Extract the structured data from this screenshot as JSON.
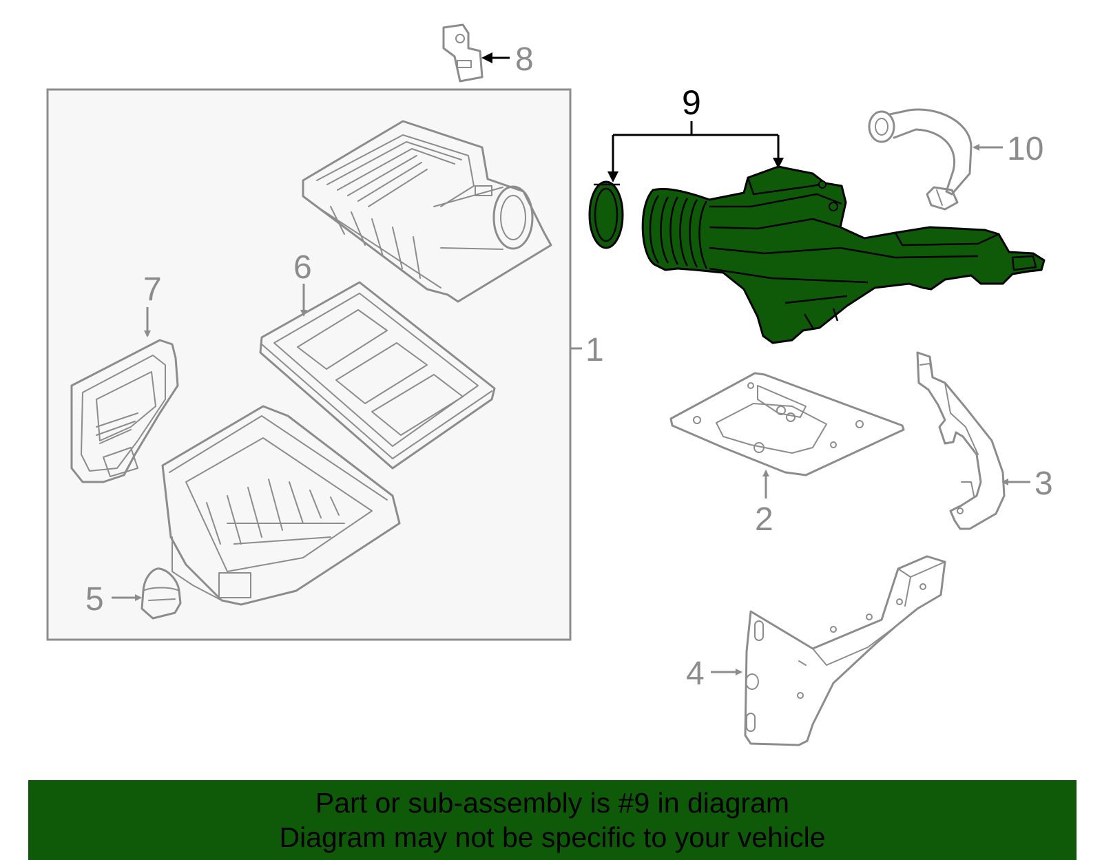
{
  "callouts": {
    "c1": "1",
    "c2": "2",
    "c3": "3",
    "c4": "4",
    "c5": "5",
    "c6": "6",
    "c7": "7",
    "c8": "8",
    "c9": "9",
    "c10": "10"
  },
  "highlight_color": "#0f5a08",
  "banner": {
    "line1": "Part or sub-assembly is #9 in diagram",
    "line2": "Diagram may not be specific to your vehicle"
  }
}
